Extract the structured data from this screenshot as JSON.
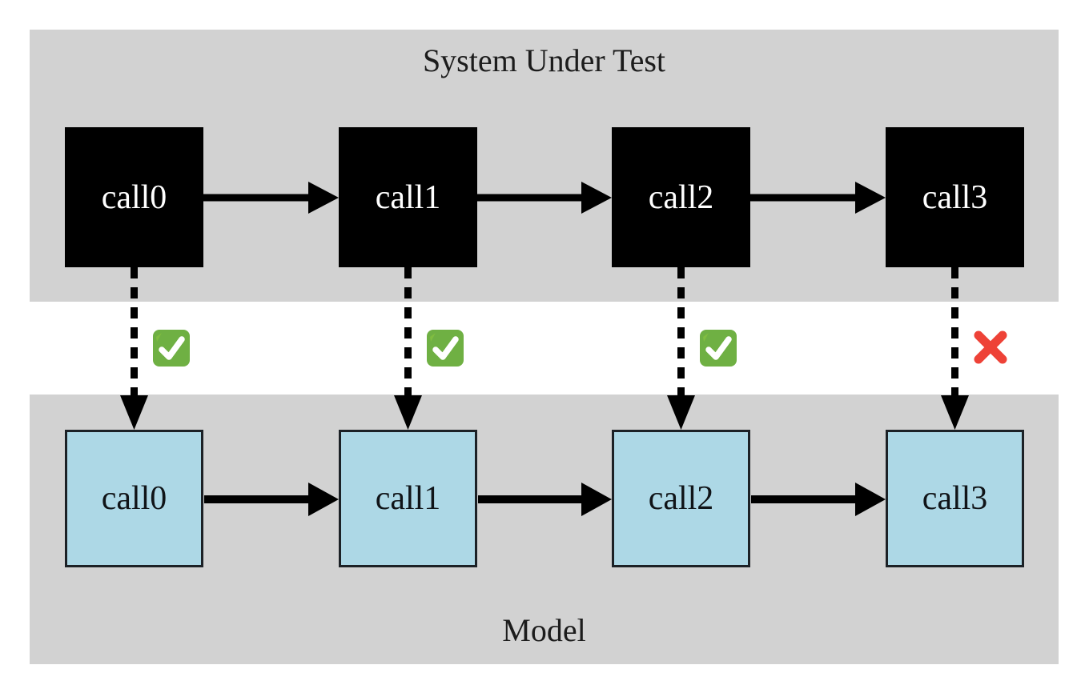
{
  "diagram": {
    "sut": {
      "title": "System Under Test",
      "boxes": [
        "call0",
        "call1",
        "call2",
        "call3"
      ]
    },
    "model": {
      "title": "Model",
      "boxes": [
        "call0",
        "call1",
        "call2",
        "call3"
      ]
    },
    "comparisons": [
      {
        "between": "call0-call0",
        "icon": "check-icon",
        "result": "pass"
      },
      {
        "between": "call1-call1",
        "icon": "check-icon",
        "result": "pass"
      },
      {
        "between": "call2-call2",
        "icon": "check-icon",
        "result": "pass"
      },
      {
        "between": "call3-call3",
        "icon": "cross-icon",
        "result": "fail"
      }
    ],
    "colors": {
      "band_gray": "#d2d2d2",
      "sut_box_fill": "#000000",
      "sut_box_text": "#ffffff",
      "model_box_fill": "#add8e6",
      "model_box_border": "#1c2126",
      "arrow_black": "#000000",
      "check_green": "#6fb043",
      "cross_red": "#ee4237"
    }
  }
}
